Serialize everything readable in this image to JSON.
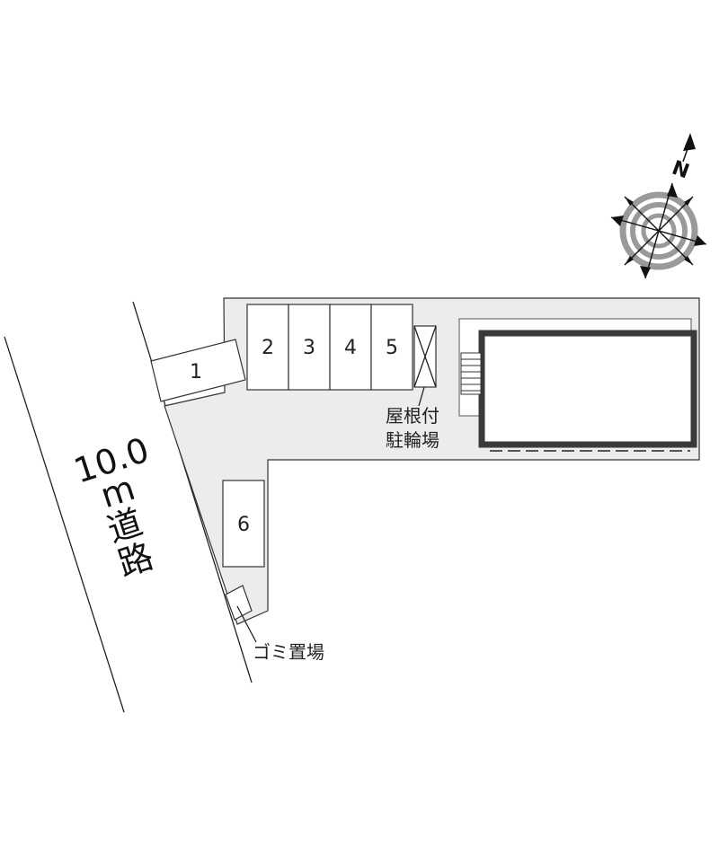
{
  "road": {
    "width_label": "10.0",
    "unit_label": "m",
    "name_char_1": "道",
    "name_char_2": "路"
  },
  "parking_spaces": [
    "1",
    "2",
    "3",
    "4",
    "5",
    "6"
  ],
  "labels": {
    "bicycle_parking_line1": "屋根付",
    "bicycle_parking_line2": "駐輪場",
    "garbage_area": "ゴミ置場"
  },
  "compass": {
    "north_letter": "N"
  },
  "colors": {
    "lot_fill": "#ececec",
    "building_outline": "#3a3a3a",
    "compass_ring": "#9a9a9a"
  }
}
